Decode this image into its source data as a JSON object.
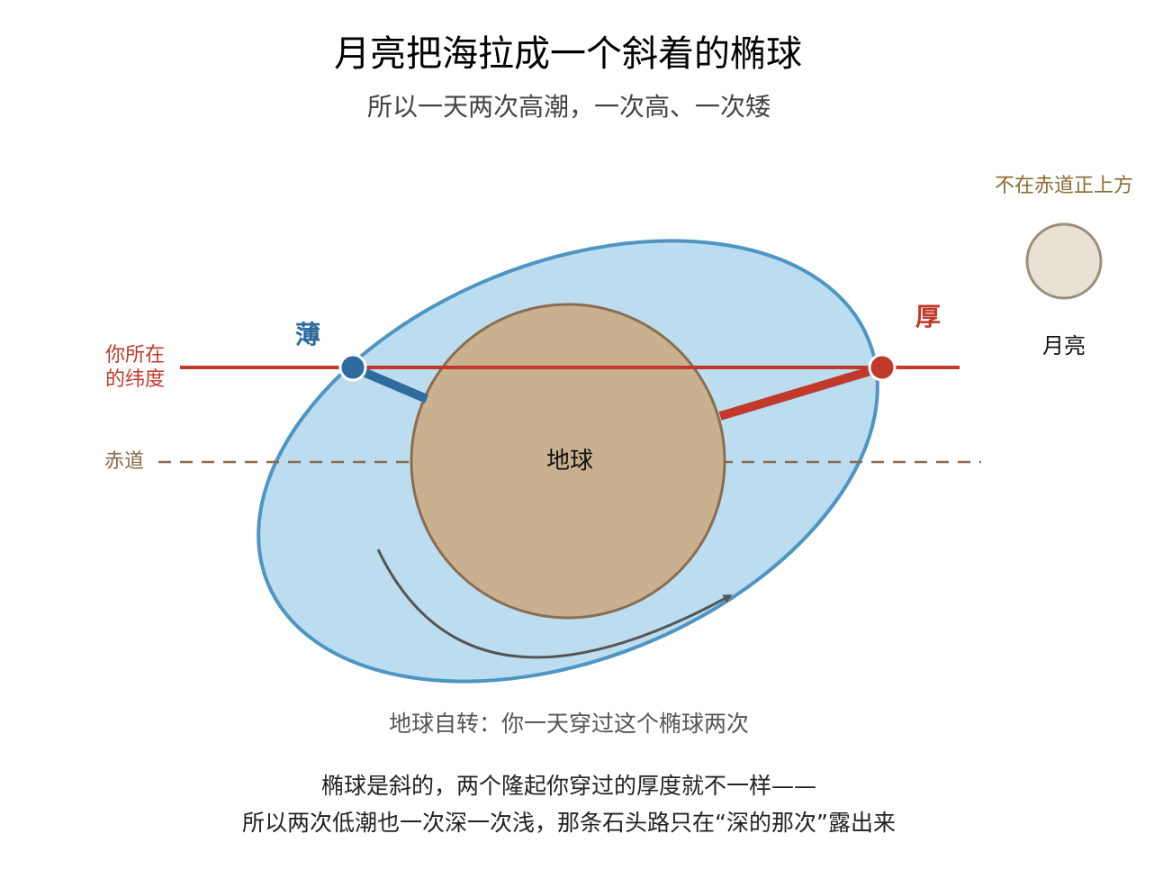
{
  "heading": {
    "title": "月亮把海拉成一个斜着的椭球",
    "subtitle": "所以一天两次高潮，一次高、一次矮"
  },
  "labels": {
    "latitude_line1": "你所在",
    "latitude_line2": "的纬度",
    "equator": "赤道",
    "earth": "地球",
    "thin": "薄",
    "thick": "厚",
    "moon_note": "不在赤道正上方",
    "moon": "月亮",
    "rotation": "地球自转：你一天穿过这个椭球两次"
  },
  "footer": {
    "line1": "椭球是斜的，两个隆起你穿过的厚度就不一样——",
    "line2": "所以两次低潮也一次深一次浅，那条石头路只在“深的那次”露出来"
  },
  "colors": {
    "water_fill": "#bcdcef",
    "water_stroke": "#4e95c4",
    "earth_fill": "#c9b190",
    "earth_stroke": "#8a6e50",
    "latitude_red": "#c0392b",
    "thin_blue": "#2e6b9e",
    "equator_brown": "#8a6a4a",
    "moon_fill": "#e8e1d4",
    "moon_stroke": "#9c8f7d",
    "arrow_gray": "#555555"
  },
  "icons": {
    "moon": "moon-circle-icon",
    "rotation_arrow": "curved-arrow-icon"
  }
}
